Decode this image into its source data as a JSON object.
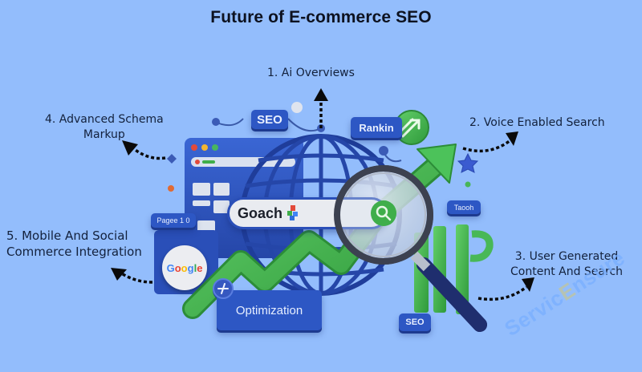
{
  "title": "Future of E-commerce SEO",
  "colors": {
    "background": "#93bdfc",
    "primary_blue": "#2d57c4",
    "accent_green": "#3fae4a",
    "text_dark": "#13213c",
    "arrow": "#0a0a0a"
  },
  "trends": [
    {
      "number": "1.",
      "label": "Ai Overviews",
      "full": "1. Ai Overviews",
      "arrow_direction": "up"
    },
    {
      "number": "2.",
      "label": "Voice Enabled Search",
      "full": "2. Voice Enabled Search",
      "arrow_direction": "up-right"
    },
    {
      "number": "3.",
      "label": "User Generated Content And Search",
      "line1": "3. User Generated",
      "line2": "Content And Search",
      "arrow_direction": "up-right"
    },
    {
      "number": "4.",
      "label": "Advanced Schema Markup",
      "line1": "4. Advanced Schema",
      "line2": "Markup",
      "arrow_direction": "up-left"
    },
    {
      "number": "5.",
      "label": "Mobile And Social Commerce Integration",
      "line1": "5. Mobile And Social",
      "line2": "Commerce Integration",
      "arrow_direction": "up-left"
    }
  ],
  "illustration": {
    "chips": {
      "seo_top": "SEO",
      "rankin": "Rankin",
      "pagee": "Pagee 1 0",
      "taooh": "Taooh",
      "seo_bottom": "SEO",
      "optimization": "Optimization"
    },
    "search_bar_text": "Goach",
    "google_badge": [
      "G",
      "o",
      "o",
      "g",
      "l",
      "e"
    ],
    "google_colors": [
      "#4285f4",
      "#ea4335",
      "#fbbc05",
      "#4285f4",
      "#34a853",
      "#ea4335"
    ],
    "icons": [
      "browser-window-icon",
      "globe-icon",
      "magnifying-glass-icon",
      "trend-arrow-icon",
      "star-icon",
      "map-pin-icon",
      "bar-chart-icon"
    ]
  },
  "watermark": {
    "prefix": "Servic",
    "highlight": "E",
    "suffix": "nsure"
  }
}
